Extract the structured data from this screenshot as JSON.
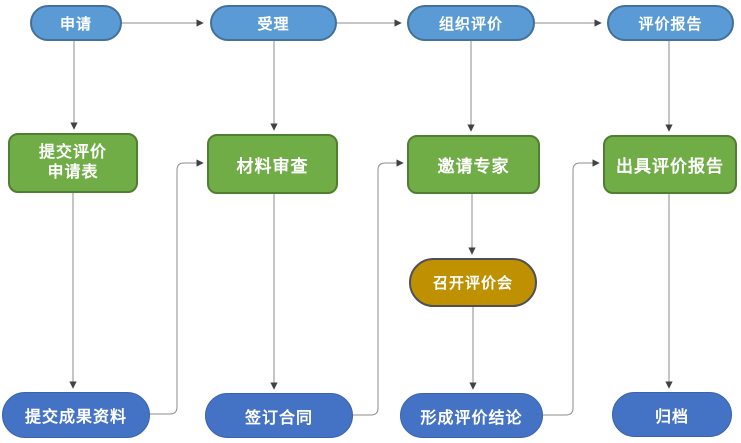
{
  "diagram": {
    "type": "flowchart",
    "language": "zh-CN",
    "colors": {
      "stage_pill_fill": "#5B9BD5",
      "stage_pill_border": "#41719C",
      "process_box_fill": "#70AD47",
      "process_box_border": "#507E32",
      "meeting_pill_fill": "#BF9000",
      "meeting_pill_border": "#4D5156",
      "result_pill_fill": "#4472C4",
      "connector_line": "#8C8C8C",
      "arrowhead": "#3F4348",
      "node_text": "#FFFFFF",
      "background": "#FFFFFF"
    },
    "nodes": {
      "apply": {
        "label": "申请",
        "shape": "pill",
        "color": "#5B9BD5"
      },
      "accept": {
        "label": "受理",
        "shape": "pill",
        "color": "#5B9BD5"
      },
      "organize_evaluation": {
        "label": "组织评价",
        "shape": "pill",
        "color": "#5B9BD5"
      },
      "evaluation_report": {
        "label": "评价报告",
        "shape": "pill",
        "color": "#5B9BD5"
      },
      "submit_application_form": {
        "label": "提交评价\n申请表",
        "shape": "rounded-rect",
        "color": "#70AD47"
      },
      "material_review": {
        "label": "材料审查",
        "shape": "rounded-rect",
        "color": "#70AD47"
      },
      "invite_experts": {
        "label": "邀请专家",
        "shape": "rounded-rect",
        "color": "#70AD47"
      },
      "issue_evaluation_report": {
        "label": "出具评价报告",
        "shape": "rounded-rect",
        "color": "#70AD47"
      },
      "hold_evaluation_meeting": {
        "label": "召开评价会",
        "shape": "pill",
        "color": "#BF9000"
      },
      "submit_achievement_materials": {
        "label": "提交成果资料",
        "shape": "pill",
        "color": "#4472C4"
      },
      "sign_contract": {
        "label": "签订合同",
        "shape": "pill",
        "color": "#4472C4"
      },
      "form_evaluation_conclusion": {
        "label": "形成评价结论",
        "shape": "pill",
        "color": "#4472C4"
      },
      "archive": {
        "label": "归档",
        "shape": "pill",
        "color": "#4472C4"
      }
    },
    "edges": [
      {
        "from": "apply",
        "to": "accept"
      },
      {
        "from": "accept",
        "to": "organize_evaluation"
      },
      {
        "from": "organize_evaluation",
        "to": "evaluation_report"
      },
      {
        "from": "apply",
        "to": "submit_application_form"
      },
      {
        "from": "accept",
        "to": "material_review"
      },
      {
        "from": "organize_evaluation",
        "to": "invite_experts"
      },
      {
        "from": "evaluation_report",
        "to": "issue_evaluation_report"
      },
      {
        "from": "submit_application_form",
        "to": "submit_achievement_materials"
      },
      {
        "from": "material_review",
        "to": "sign_contract"
      },
      {
        "from": "invite_experts",
        "to": "hold_evaluation_meeting"
      },
      {
        "from": "hold_evaluation_meeting",
        "to": "form_evaluation_conclusion"
      },
      {
        "from": "issue_evaluation_report",
        "to": "archive"
      },
      {
        "from": "submit_achievement_materials",
        "to": "material_review"
      },
      {
        "from": "sign_contract",
        "to": "invite_experts"
      },
      {
        "from": "form_evaluation_conclusion",
        "to": "issue_evaluation_report"
      }
    ]
  }
}
